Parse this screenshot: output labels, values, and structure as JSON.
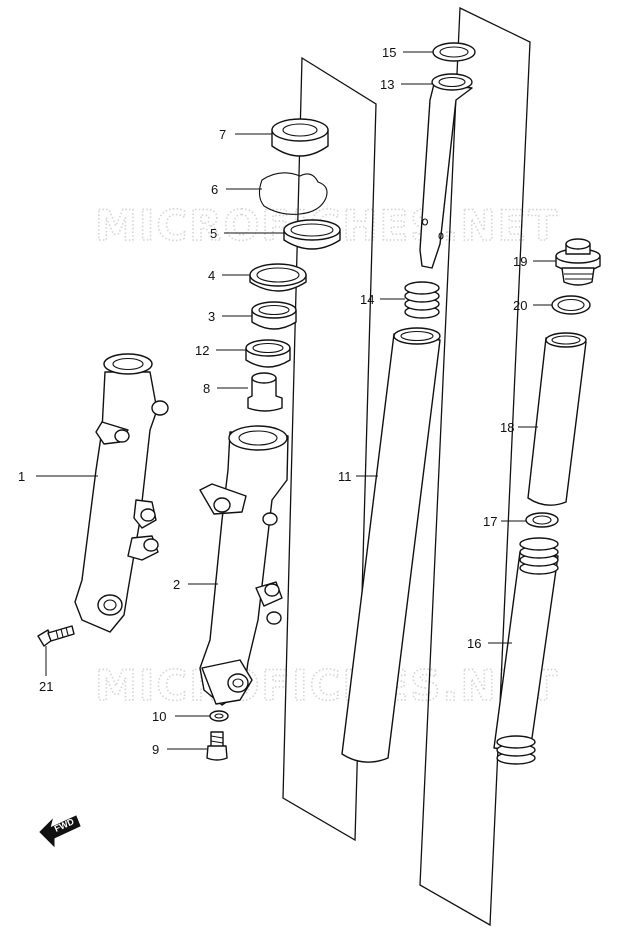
{
  "watermark": "MICROFICHES.NET",
  "direction_indicator": "FWD",
  "callouts": [
    "1",
    "2",
    "3",
    "4",
    "5",
    "6",
    "7",
    "8",
    "9",
    "10",
    "11",
    "12",
    "13",
    "14",
    "15",
    "16",
    "17",
    "18",
    "19",
    "20",
    "21"
  ]
}
